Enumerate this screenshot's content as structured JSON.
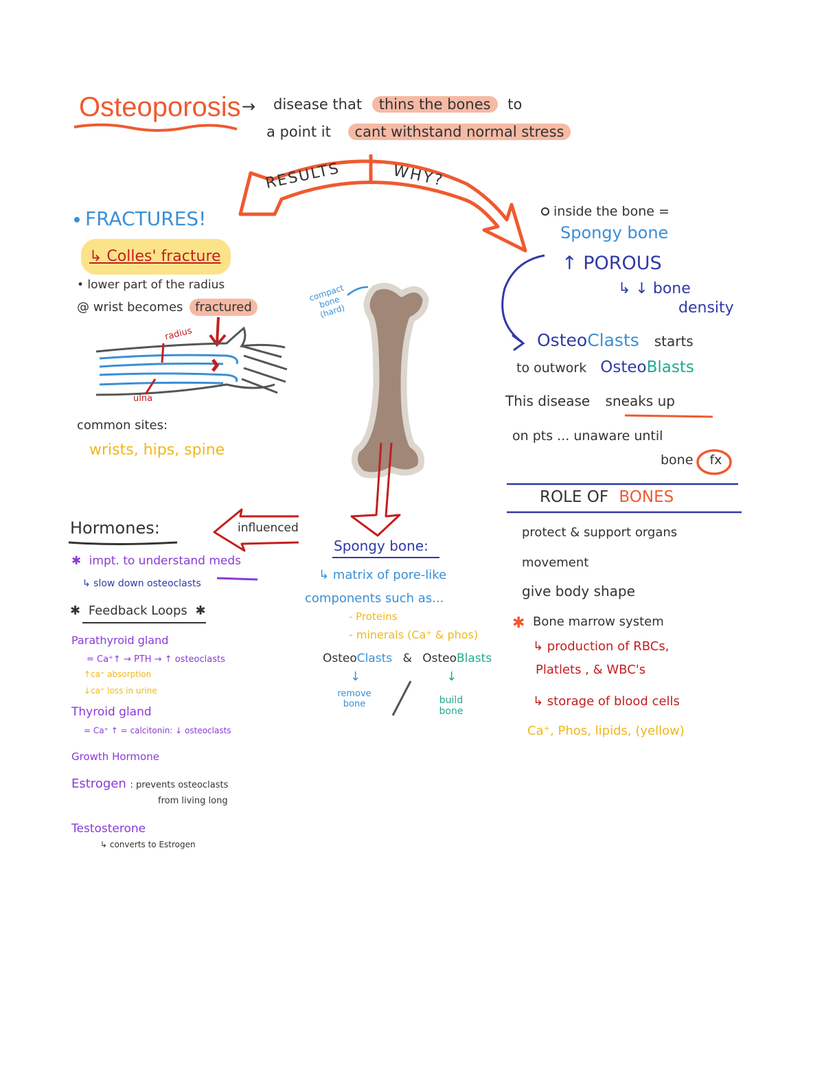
{
  "colors": {
    "orange": "#ef5a30",
    "peach": "#f6b9a4",
    "blue": "#3a8fd6",
    "navy": "#2f3aa6",
    "yellow_hl": "#fbe38a",
    "gold": "#f0b71a",
    "purple": "#8a3ad8",
    "green": "#1faa8c",
    "red": "#c41e1e",
    "bone": "#a08778",
    "ink": "#333333"
  },
  "header": {
    "title": "Osteoporosis",
    "arrow": "→",
    "def_line1_a": "disease that",
    "def_line1_hl": "thins the bones",
    "def_line1_b": "to",
    "def_line2_a": "a point it",
    "def_line2_hl": "cant withstand normal stress"
  },
  "arrow_labels": {
    "results": "RESULTS",
    "why": "WHY?"
  },
  "fractures": {
    "heading": "FRACTURES!",
    "colles": "↳ Colles' fracture",
    "desc1": "• lower part of the radius",
    "desc2": "@ wrist becomes",
    "desc2_hl": "fractured",
    "radius_label": "radius",
    "ulna_label": "ulna",
    "common_sites_label": "common sites:",
    "common_sites": "wrists, hips, spine"
  },
  "bone": {
    "label": "compact bone (hard)"
  },
  "why": {
    "line1": "inside the bone =",
    "line2": "Spongy bone",
    "line3": "↑ POROUS",
    "line4": "↳ ↓ bone",
    "line5": "density",
    "clasts_a": "Osteo",
    "clasts_b": "Clasts",
    "clasts_c": "starts",
    "outwork": "to outwork",
    "blasts_a": "Osteo",
    "blasts_b": "Blasts",
    "sneaks1": "This disease",
    "sneaks_ul": "sneaks up",
    "sneaks2": "on pts ... unaware until",
    "sneaks3": "bone",
    "fx": "fx"
  },
  "role": {
    "heading_a": "ROLE OF",
    "heading_b": "BONES",
    "item1": "protect & support organs",
    "item2": "movement",
    "item3": "give body shape",
    "item4": "Bone marrow system",
    "sub1": "↳ production of RBCs,",
    "sub2": "Platlets , & WBC's",
    "sub3": "↳ storage of blood cells",
    "sub4": "Ca⁺, Phos, lipids, (yellow)"
  },
  "hormones": {
    "heading": "Hormones:",
    "influence": "influenced",
    "impt_a": "impt. to understand",
    "impt_ul": "meds",
    "impt_sub": "↳ slow down osteoclasts",
    "feedback": "Feedback Loops",
    "para_head": "Parathyroid gland",
    "para_1": "= Ca⁺↑ → PTH → ↑ osteoclasts",
    "para_2": "↑ca⁺ absorption",
    "para_3": "↓ca⁺ loss in urine",
    "thy_head": "Thyroid gland",
    "thy_1": "= Ca⁺ ↑ = calcitonin: ↓ osteoclasts",
    "growth": "Growth Hormone",
    "estrogen": "Estrogen",
    "estrogen_desc1": ": prevents osteoclasts",
    "estrogen_desc2": "from living long",
    "testo": "Testosterone",
    "testo_desc": "↳ converts to Estrogen"
  },
  "spongy": {
    "heading": "Spongy bone:",
    "line1": "↳ matrix of pore-like",
    "line2": "components such as...",
    "proteins": "- Proteins",
    "minerals": "- minerals (Ca⁺ & phos)",
    "clasts_a": "Osteo",
    "clasts_b": "Clasts",
    "amp": "&",
    "blasts_a": "Osteo",
    "blasts_b": "Blasts",
    "down": "↓",
    "remove": "remove bone",
    "build": "build bone"
  }
}
